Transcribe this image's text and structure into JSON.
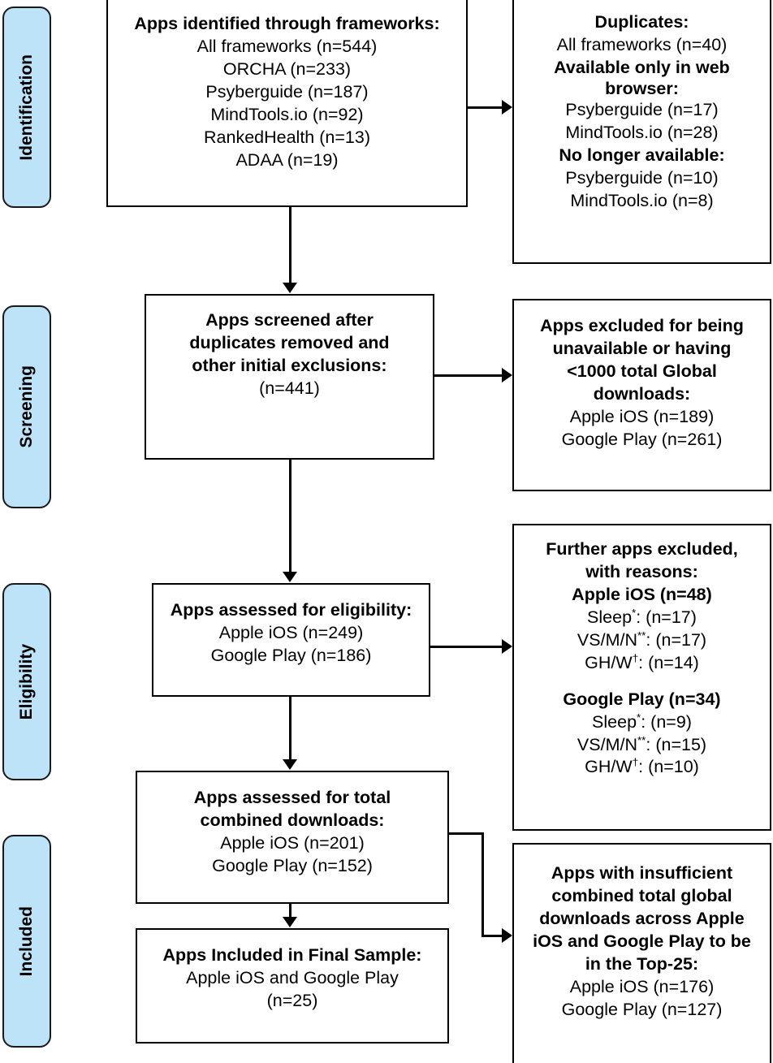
{
  "diagram": {
    "type": "prisma-flow-diagram",
    "accent_color": "#BDE3F8",
    "border_color": "#000000",
    "stages": [
      {
        "label": "Identification"
      },
      {
        "label": "Screening"
      },
      {
        "label": "Eligibility"
      },
      {
        "label": "Included"
      }
    ]
  },
  "boxes": {
    "identified": {
      "heading": "Apps identified through frameworks:",
      "lines": [
        "All frameworks (n=544)",
        "ORCHA (n=233)",
        "Psyberguide (n=187)",
        "MindTools.io (n=92)",
        "RankedHealth (n=13)",
        "ADAA (n=19)"
      ]
    },
    "duplicates": {
      "heading": "Duplicates:",
      "line1": "All frameworks (n=40)",
      "heading2": "Available only in web browser:",
      "line2": "Psyberguide (n=17)",
      "line3": "MindTools.io (n=28)",
      "heading3": "No longer available:",
      "line4": "Psyberguide (n=10)",
      "line5": "MindTools.io (n=8)"
    },
    "screened": {
      "heading_l1": "Apps screened after",
      "heading_l2": "duplicates removed and",
      "heading_l3": "other initial exclusions:",
      "count": "(n=441)"
    },
    "excluded_unavailable": {
      "heading_l1": "Apps excluded for being",
      "heading_l2": "unavailable or having",
      "heading_l3": "<1000 total Global",
      "heading_l4": "downloads:",
      "line1": "Apple iOS (n=189)",
      "line2": "Google Play (n=261)"
    },
    "eligibility": {
      "heading": "Apps assessed for eligibility:",
      "line1": "Apple iOS (n=249)",
      "line2": "Google Play (n=186)"
    },
    "excluded_reasons": {
      "heading_l1": "Further apps excluded,",
      "heading_l2": "with reasons:",
      "ios_heading": "Apple iOS (n=48)",
      "ios_sleep_label": "Sleep",
      "ios_sleep_mark": "*",
      "ios_sleep_value": ": (n=17)",
      "ios_vsmn_label": "VS/M/N",
      "ios_vsmn_mark": "**",
      "ios_vsmn_value": ": (n=17)",
      "ios_ghw_label": "GH/W",
      "ios_ghw_mark": "†",
      "ios_ghw_value": ": (n=14)",
      "play_heading": "Google Play (n=34)",
      "play_sleep_label": "Sleep",
      "play_sleep_mark": "*",
      "play_sleep_value": ": (n=9)",
      "play_vsmn_label": "VS/M/N",
      "play_vsmn_mark": "**",
      "play_vsmn_value": ": (n=15)",
      "play_ghw_label": "GH/W",
      "play_ghw_mark": "†",
      "play_ghw_value": ": (n=10)"
    },
    "downloads_assessed": {
      "heading_l1": "Apps assessed for total",
      "heading_l2": "combined downloads:",
      "line1": "Apple iOS (n=201)",
      "line2": "Google Play (n=152)"
    },
    "final_sample": {
      "heading": "Apps Included in Final Sample:",
      "line1": "Apple iOS and Google Play",
      "line2": "(n=25)"
    },
    "insufficient": {
      "heading_l1": "Apps with insufficient",
      "heading_l2": "combined total global",
      "heading_l3": "downloads across Apple",
      "heading_l4": "iOS and Google Play to be",
      "heading_l5": "in the Top-25:",
      "line1": "Apple iOS (n=176)",
      "line2": "Google Play (n=127)"
    }
  }
}
